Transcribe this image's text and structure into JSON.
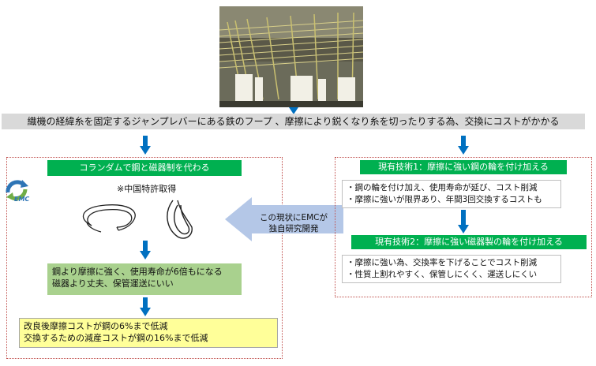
{
  "banner": {
    "text": "織機の経緯糸を固定するジャンプレバーにある鉄のフープ 、摩擦により鋭くなり糸を切ったりする為、交換にコストがかかる"
  },
  "left": {
    "header": "コランダムで鋼と磁器制を代わる",
    "patent_note": "※中国特許取得",
    "result_lines": [
      "鋼より摩擦に強く、使用寿命が6倍もになる",
      "磁器より丈夫、保管運送にいい"
    ],
    "cost_lines": [
      "改良後摩擦コストが鋼の6%まで低減",
      "交換するための減産コストが鋼の16%まで低減"
    ]
  },
  "logo": {
    "text": "EMC"
  },
  "middle": {
    "lines": [
      "この現状にEMCが",
      "独自研究開発"
    ]
  },
  "right": {
    "tech1": {
      "header": "現有技術1：摩擦に強い鋼の輪を付け加える",
      "lines": [
        "・鋼の輪を付け加え、使用寿命が延び、コスト削減",
        "・摩擦に強いが限界あり、年間3回交換するコストも"
      ]
    },
    "tech2": {
      "header": "現有技術2：摩擦に強い磁器製の輪を付け加える",
      "lines": [
        "・摩擦に強い為、交換率を下げることでコスト削減",
        "・性質上割れやすく、保管しにくく、運送しにくい"
      ]
    }
  },
  "colors": {
    "arrow": "#0070c0",
    "green": "#00b050",
    "light_green": "#a9d18e",
    "yellow": "#ffff99",
    "banner": "#d9d9d9",
    "dashed_border": "#c0504d"
  }
}
